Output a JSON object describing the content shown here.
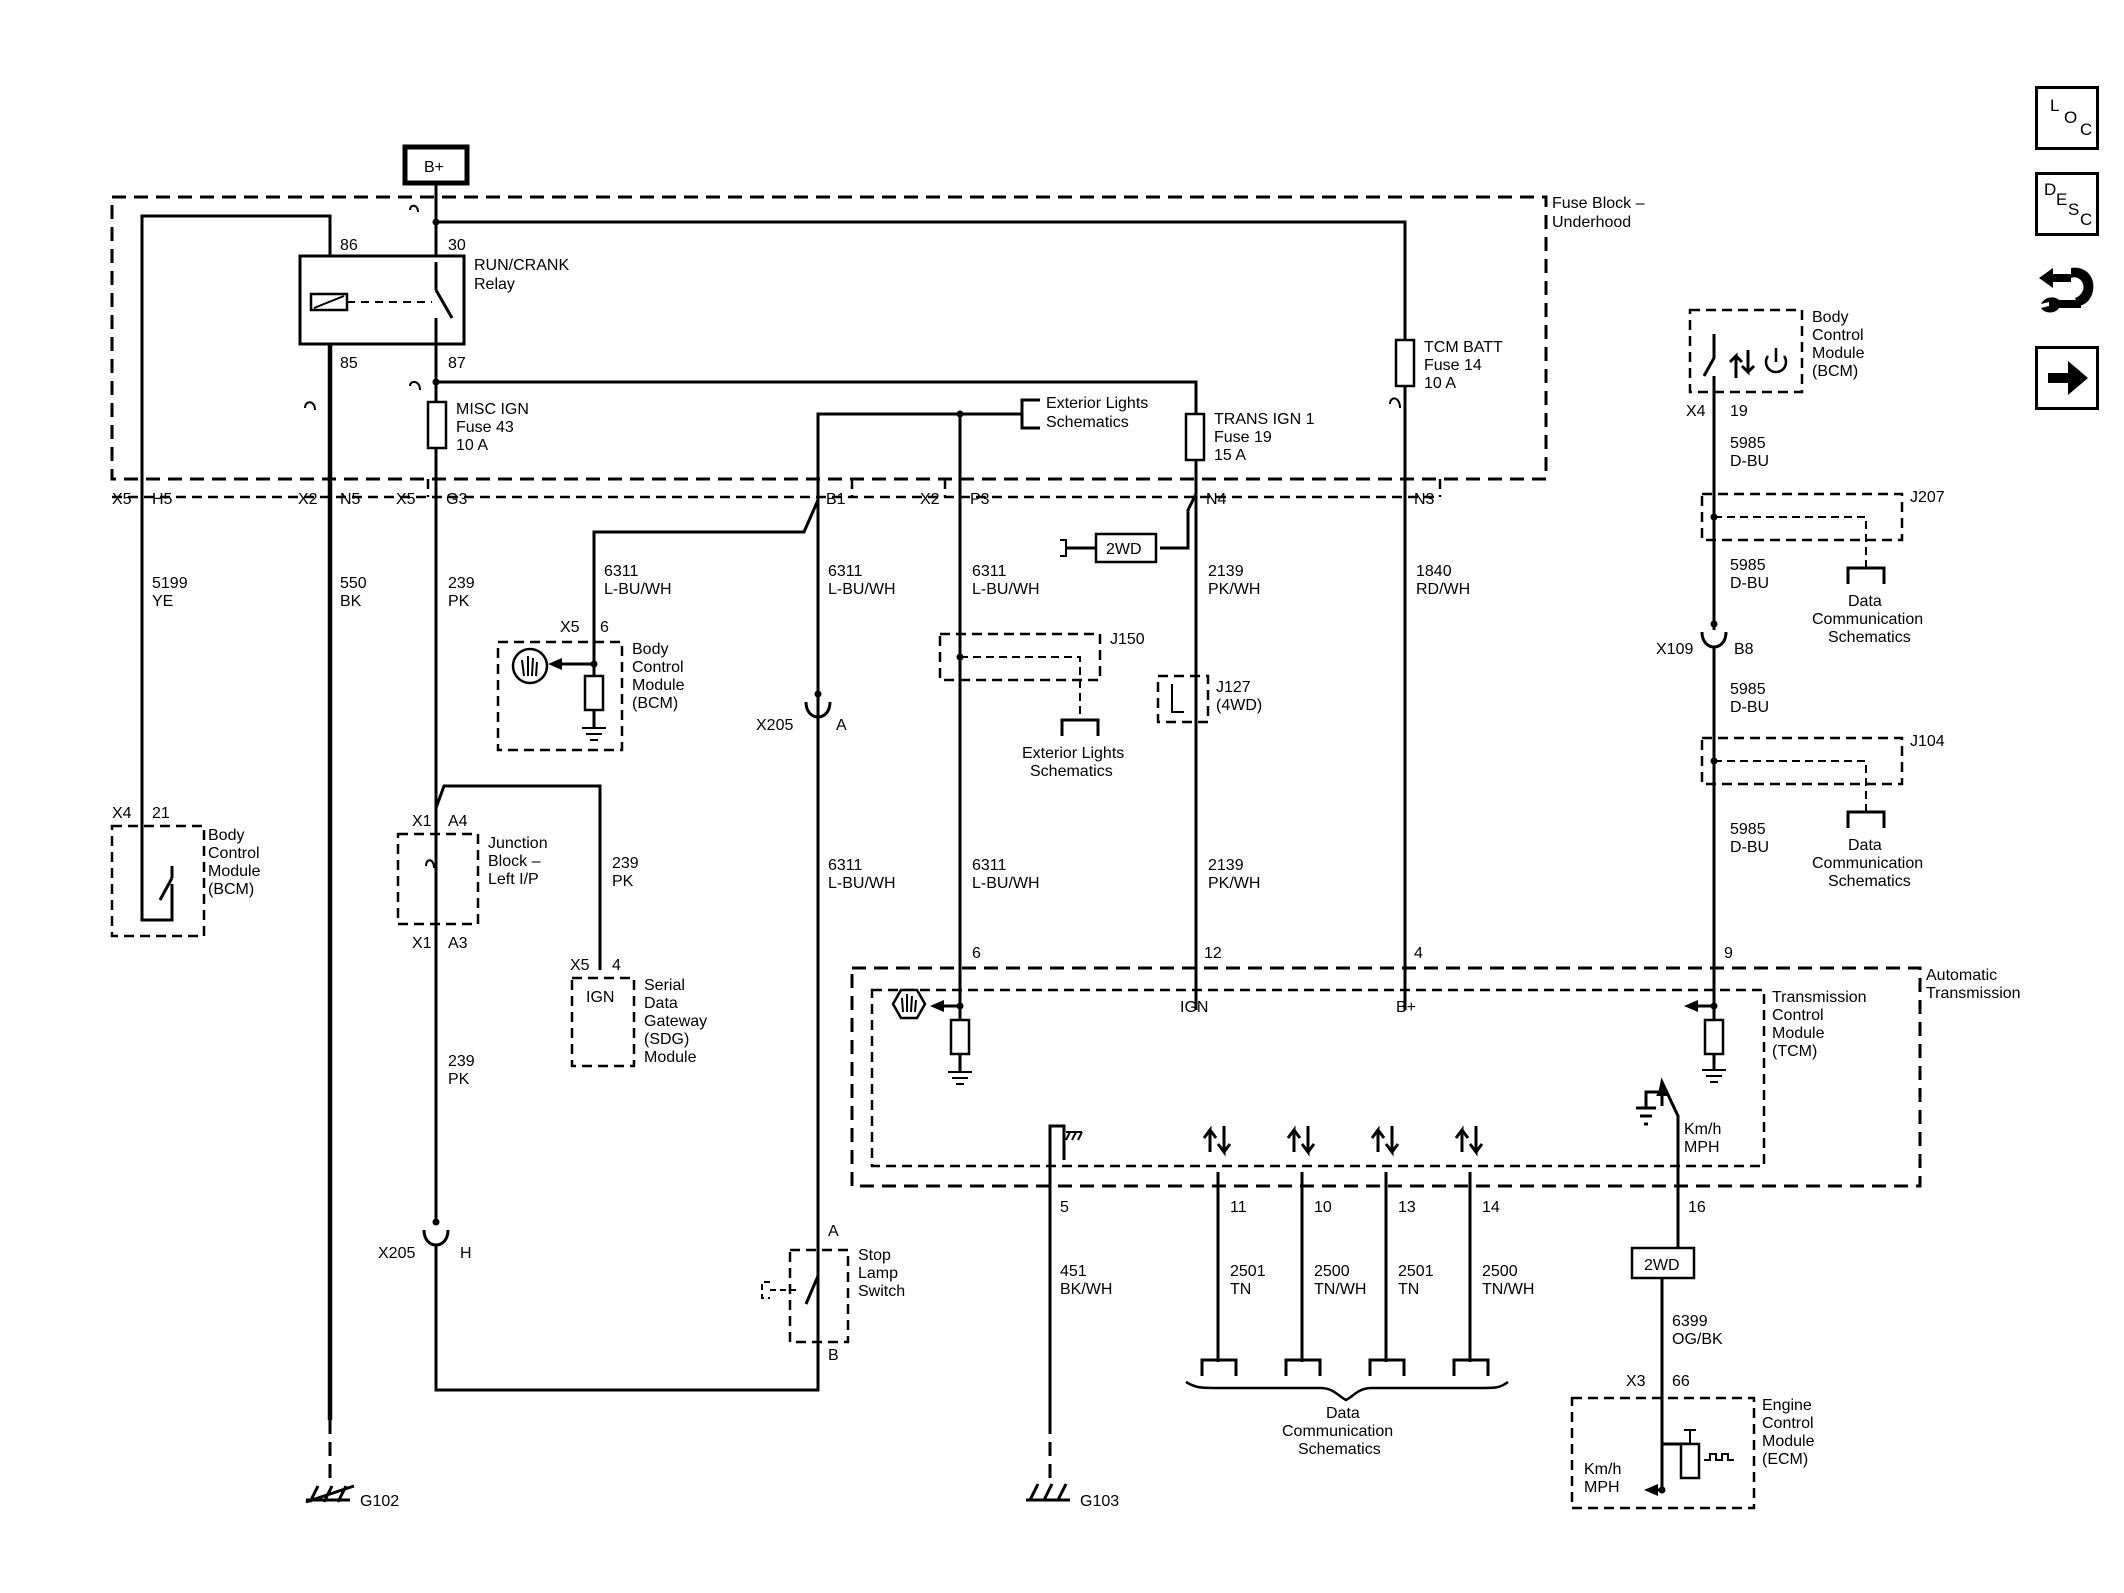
{
  "sidebar": {
    "loc_letters": [
      "L",
      "O",
      "C"
    ],
    "desc_letters": [
      "D",
      "E",
      "S",
      "C"
    ]
  },
  "power": {
    "bplus": "B+"
  },
  "fuse_block": {
    "name": "Fuse Block –",
    "name2": "Underhood"
  },
  "relay": {
    "name": "RUN/CRANK",
    "name2": "Relay",
    "pin86": "86",
    "pin85": "85",
    "pin30": "30",
    "pin87": "87"
  },
  "fuses": {
    "misc": [
      "MISC IGN",
      "Fuse 43",
      "10 A"
    ],
    "trans": [
      "TRANS IGN 1",
      "Fuse 19",
      "15 A"
    ],
    "tcm": [
      "TCM BATT",
      "Fuse 14",
      "10 A"
    ]
  },
  "ext_lights": [
    "Exterior Lights",
    "Schematics"
  ],
  "connectors": {
    "x5": "X5",
    "h5": "H5",
    "x2": "X2",
    "n5": "N5",
    "g3": "G3",
    "b1": "B1",
    "p3": "P3",
    "n4": "N4",
    "n3": "N3",
    "x4": "X4",
    "pin21": "21",
    "pin6": "6",
    "x205": "X205",
    "a": "A",
    "h": "H",
    "x1": "X1",
    "a4": "A4",
    "a3": "A3",
    "pin4": "4",
    "b": "B",
    "pin19": "19",
    "x109": "X109",
    "b8": "B8",
    "pin12": "12",
    "pin9": "9",
    "pin5": "5",
    "pin11": "11",
    "pin10": "10",
    "pin13": "13",
    "pin14": "14",
    "pin16": "16",
    "x3": "X3",
    "pin66": "66"
  },
  "wires": {
    "w5199": [
      "5199",
      "YE"
    ],
    "w550": [
      "550",
      "BK"
    ],
    "w239": [
      "239",
      "PK"
    ],
    "w6311": [
      "6311",
      "L-BU/WH"
    ],
    "w2139": [
      "2139",
      "PK/WH"
    ],
    "w1840": [
      "1840",
      "RD/WH"
    ],
    "w5985": [
      "5985",
      "D-BU"
    ],
    "w451": [
      "451",
      "BK/WH"
    ],
    "w2501": [
      "2501",
      "TN"
    ],
    "w2500": [
      "2500",
      "TN/WH"
    ],
    "w6399": [
      "6399",
      "OG/BK"
    ]
  },
  "labels": {
    "twowd": "2WD",
    "j150": "J150",
    "j127": [
      "J127",
      "(4WD)"
    ],
    "j207": "J207",
    "j104": "J104",
    "data_comm": [
      "Data",
      "Communication",
      "Schematics"
    ],
    "bcm": [
      "Body",
      "Control",
      "Module",
      "(BCM)"
    ],
    "junction_block": [
      "Junction",
      "Block –",
      "Left I/P"
    ],
    "sdg": [
      "Serial",
      "Data",
      "Gateway",
      "(SDG)",
      "Module"
    ],
    "ign": "IGN",
    "stop_lamp": [
      "Stop",
      "Lamp",
      "Switch"
    ],
    "auto_trans": [
      "Automatic",
      "Transmission"
    ],
    "tcm": [
      "Transmission",
      "Control",
      "Module",
      "(TCM)"
    ],
    "kmh": [
      "Km/h",
      "MPH"
    ],
    "ecm": [
      "Engine",
      "Control",
      "Module",
      "(ECM)"
    ],
    "bplus_pin": "B+",
    "g102": "G102",
    "g103": "G103"
  }
}
